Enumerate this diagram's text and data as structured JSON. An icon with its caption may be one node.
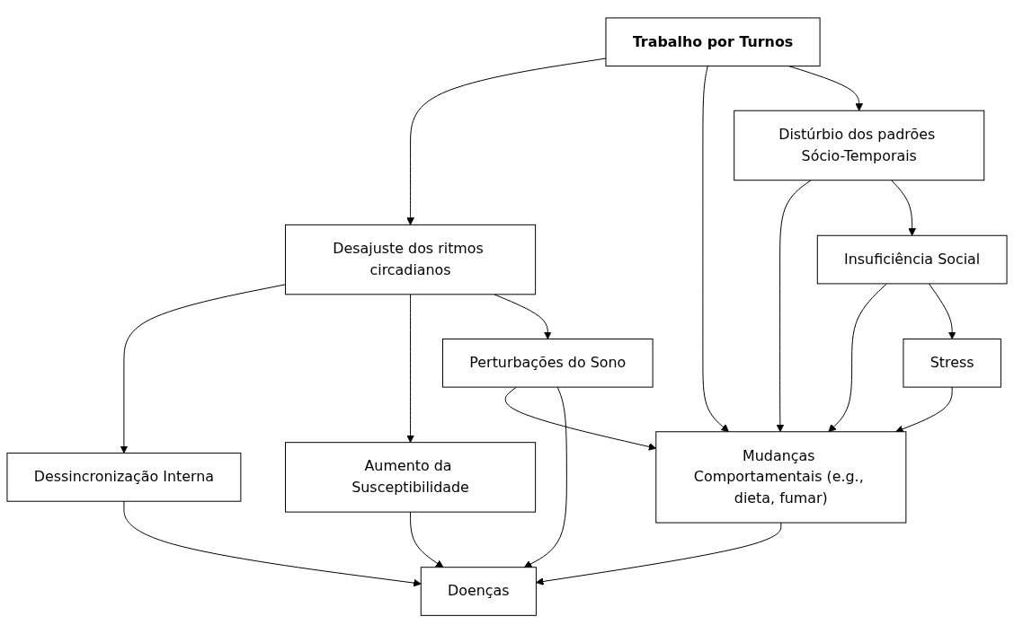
{
  "diagram": {
    "nodes": [
      {
        "text": [
          "Trabalho por Turnos"
        ]
      },
      {
        "text": [
          "Desajuste dos ritmos circadianos"
        ]
      },
      {
        "text": [
          "Distúrbio dos padrões Sócio-Temporais"
        ]
      },
      {
        "text": [
          "Perturbações do Sono"
        ]
      },
      {
        "text": [
          "Insuficiência Social"
        ]
      },
      {
        "text": [
          "Aumento da Susceptibilidade"
        ]
      },
      {
        "text": [
          "Mudanças Comportamentais (e.g., dieta, fumar)"
        ]
      },
      {
        "text": [
          "Stress"
        ]
      },
      {
        "text": [
          "Dessincronização Interna"
        ]
      },
      {
        "text": [
          "Doenças"
        ]
      }
    ],
    "edges": [
      {
        "from": 0,
        "to": 1,
        "arrow": "to"
      },
      {
        "from": 0,
        "to": 6,
        "arrow": "to"
      },
      {
        "from": 0,
        "to": 2,
        "arrow": "to"
      },
      {
        "from": 1,
        "to": 8,
        "arrow": "to"
      },
      {
        "from": 1,
        "to": 5,
        "arrow": "to"
      },
      {
        "from": 1,
        "to": 3,
        "arrow": "to"
      },
      {
        "from": 2,
        "to": 6,
        "arrow": "to"
      },
      {
        "from": 2,
        "to": 4,
        "arrow": "to"
      },
      {
        "from": 3,
        "to": 6,
        "arrow": "to"
      },
      {
        "from": 3,
        "to": 9,
        "arrow": "to"
      },
      {
        "from": 4,
        "to": 6,
        "arrow": "to"
      },
      {
        "from": 4,
        "to": 7,
        "arrow": "to"
      },
      {
        "from": 7,
        "to": 6,
        "arrow": "to"
      },
      {
        "from": 5,
        "to": 9,
        "arrow": "to"
      },
      {
        "from": 8,
        "to": 9,
        "arrow": "to"
      },
      {
        "from": 6,
        "to": 9,
        "arrow": "to"
      }
    ]
  }
}
